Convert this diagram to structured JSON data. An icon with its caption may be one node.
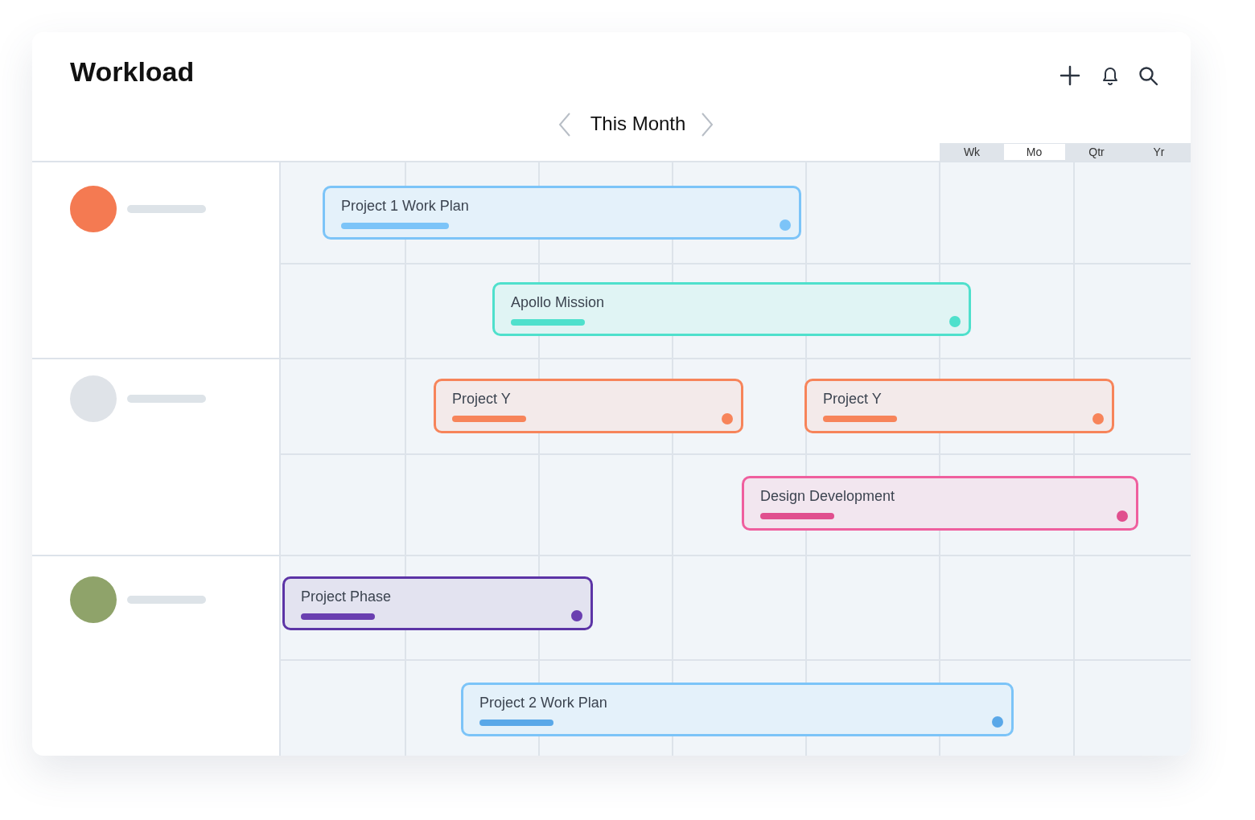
{
  "diagram": {
    "title": "Workload",
    "nodes": [
      {
        "text": [
          "Project 1 Work Plan"
        ]
      },
      {
        "text": [
          "Apollo Mission"
        ]
      },
      {
        "text": [
          "Project Y"
        ]
      },
      {
        "text": [
          "Project Y"
        ]
      },
      {
        "text": [
          "Design Development"
        ]
      },
      {
        "text": [
          "Project Phase"
        ]
      },
      {
        "text": [
          "Project 2 Work Plan"
        ]
      }
    ],
    "labels": [
      "This Month",
      "Wk",
      "Mo",
      "Qtr",
      "Yr"
    ]
  }
}
